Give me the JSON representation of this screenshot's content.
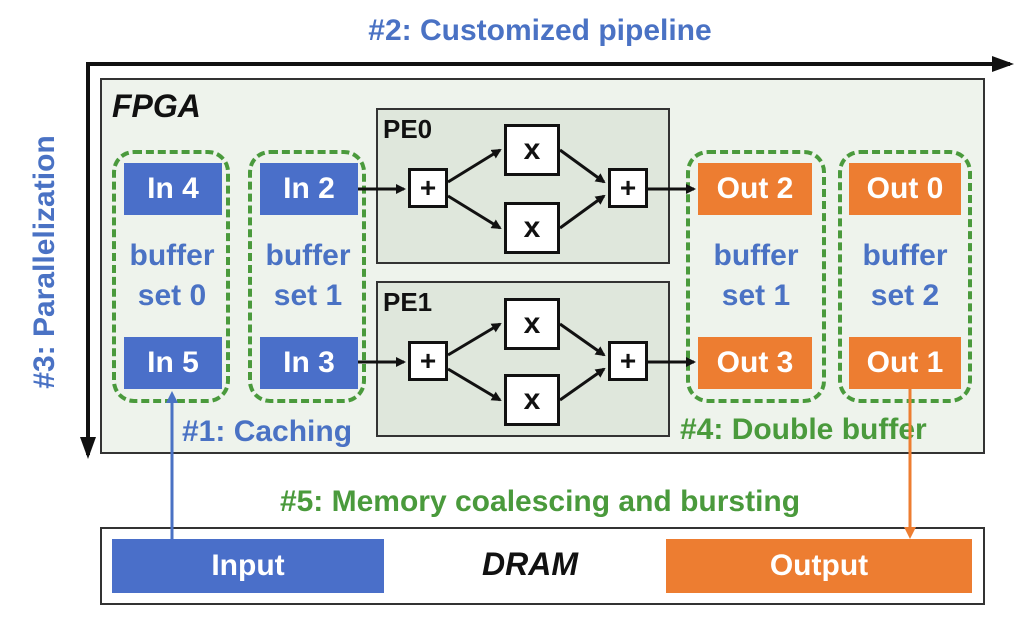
{
  "labels": {
    "pipeline": "#2: Customized pipeline",
    "parallelization": "#3: Parallelization",
    "fpga": "FPGA",
    "caching": "#1: Caching",
    "double_buffer": "#4: Double buffer",
    "memory": "#5: Memory coalescing and bursting",
    "dram": "DRAM",
    "dram_input": "Input",
    "dram_output": "Output"
  },
  "processing_elements": [
    {
      "name": "PE0",
      "add_symbol": "+",
      "mul_symbol": "x"
    },
    {
      "name": "PE1",
      "add_symbol": "+",
      "mul_symbol": "x"
    }
  ],
  "input_buffers": [
    {
      "top": "In 4",
      "label_line1": "buffer",
      "label_line2": "set 0",
      "bottom": "In 5"
    },
    {
      "top": "In 2",
      "label_line1": "buffer",
      "label_line2": "set 1",
      "bottom": "In 3"
    }
  ],
  "output_buffers": [
    {
      "top": "Out 2",
      "label_line1": "buffer",
      "label_line2": "set 1",
      "bottom": "Out 3"
    },
    {
      "top": "Out 0",
      "label_line1": "buffer",
      "label_line2": "set 2",
      "bottom": "Out 1"
    }
  ],
  "colors": {
    "input": "#4a6fc9",
    "output": "#ed7d31",
    "green": "#4a9a3c",
    "blue_text": "#4a72c4",
    "fpga_bg": "#eef3ec",
    "pe_bg": "#dfe7dc"
  }
}
